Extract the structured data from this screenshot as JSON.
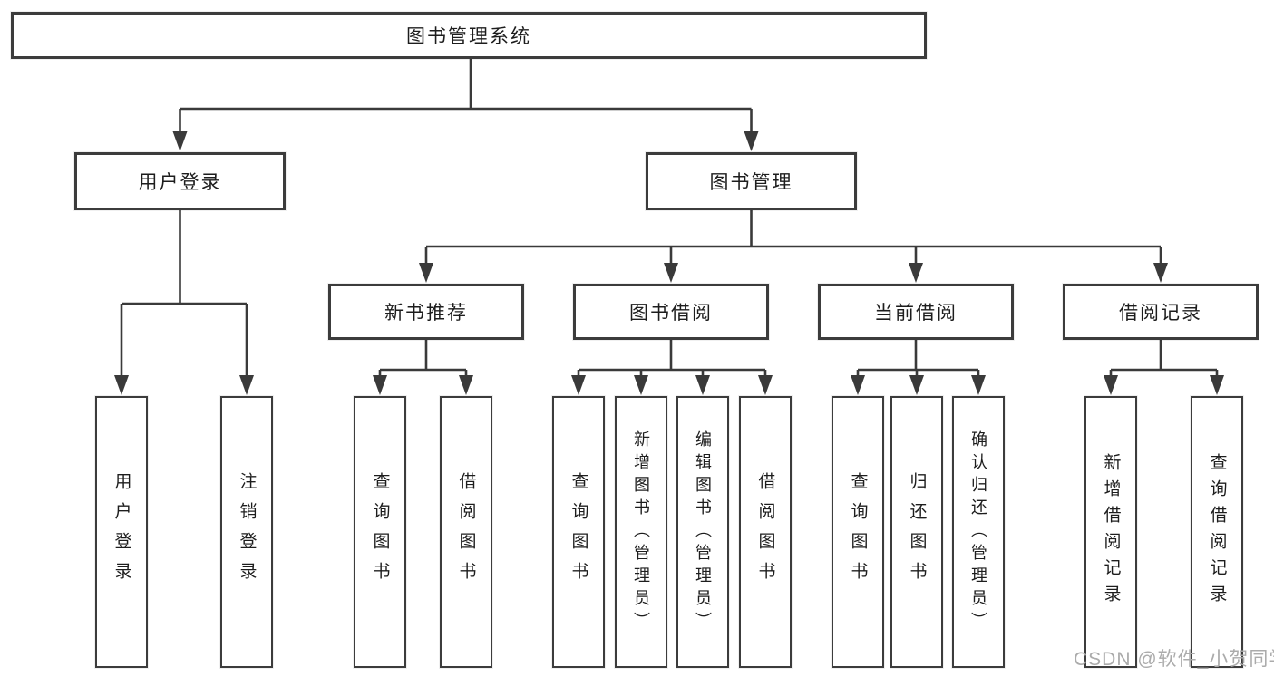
{
  "page": {
    "background": "#ffffff",
    "line_color": "#3a3a3a",
    "text_color": "#1d1d1d"
  },
  "watermark": {
    "text": "CSDN @软件_小贺同学",
    "color": "#ababab"
  },
  "tree": {
    "root": {
      "label": "图书管理系统",
      "children": [
        {
          "label": "用户登录",
          "children": [
            {
              "label": "用户登录"
            },
            {
              "label": "注销登录"
            }
          ]
        },
        {
          "label": "图书管理",
          "children": [
            {
              "label": "新书推荐",
              "children": [
                {
                  "label": "查询图书"
                },
                {
                  "label": "借阅图书"
                }
              ]
            },
            {
              "label": "图书借阅",
              "children": [
                {
                  "label": "查询图书"
                },
                {
                  "label": "新增图书（管理员）"
                },
                {
                  "label": "编辑图书（管理员）"
                },
                {
                  "label": "借阅图书"
                }
              ]
            },
            {
              "label": "当前借阅",
              "children": [
                {
                  "label": "查询图书"
                },
                {
                  "label": "归还图书"
                },
                {
                  "label": "确认归还（管理员）"
                }
              ]
            },
            {
              "label": "借阅记录",
              "children": [
                {
                  "label": "新增借阅记录"
                },
                {
                  "label": "查询借阅记录"
                }
              ]
            }
          ]
        }
      ]
    }
  }
}
